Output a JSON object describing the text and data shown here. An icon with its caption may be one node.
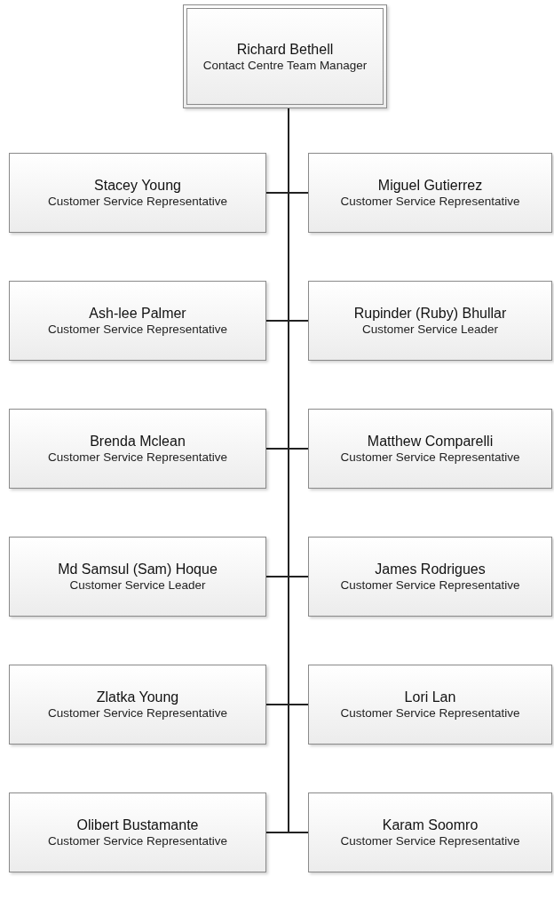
{
  "diagram": {
    "nodes": [
      {
        "text": [
          "Richard Bethell",
          "Contact Centre Team Manager"
        ]
      },
      {
        "text": [
          "Stacey Young",
          "Customer Service Representative"
        ]
      },
      {
        "text": [
          "Miguel Gutierrez",
          "Customer Service Representative"
        ]
      },
      {
        "text": [
          "Ash-lee Palmer",
          "Customer Service Representative"
        ]
      },
      {
        "text": [
          "Rupinder (Ruby) Bhullar",
          "Customer Service Leader"
        ]
      },
      {
        "text": [
          "Brenda Mclean",
          "Customer Service Representative"
        ]
      },
      {
        "text": [
          "Matthew Comparelli",
          "Customer Service Representative"
        ]
      },
      {
        "text": [
          "Md Samsul (Sam) Hoque",
          "Customer Service Leader"
        ]
      },
      {
        "text": [
          "James Rodrigues",
          "Customer Service Representative"
        ]
      },
      {
        "text": [
          "Zlatka Young",
          "Customer Service Representative"
        ]
      },
      {
        "text": [
          "Lori Lan",
          "Customer Service Representative"
        ]
      },
      {
        "text": [
          "Olibert Bustamante",
          "Customer Service Representative"
        ]
      },
      {
        "text": [
          "Karam Soomro",
          "Customer Service Representative"
        ]
      }
    ],
    "edges": [
      {
        "from": 0,
        "to": 1,
        "arrow": "none"
      },
      {
        "from": 0,
        "to": 2,
        "arrow": "none"
      },
      {
        "from": 0,
        "to": 3,
        "arrow": "none"
      },
      {
        "from": 0,
        "to": 4,
        "arrow": "none"
      },
      {
        "from": 0,
        "to": 5,
        "arrow": "none"
      },
      {
        "from": 0,
        "to": 6,
        "arrow": "none"
      },
      {
        "from": 0,
        "to": 7,
        "arrow": "none"
      },
      {
        "from": 0,
        "to": 8,
        "arrow": "none"
      },
      {
        "from": 0,
        "to": 9,
        "arrow": "none"
      },
      {
        "from": 0,
        "to": 10,
        "arrow": "none"
      },
      {
        "from": 0,
        "to": 11,
        "arrow": "none"
      },
      {
        "from": 0,
        "to": 12,
        "arrow": "none"
      }
    ]
  }
}
